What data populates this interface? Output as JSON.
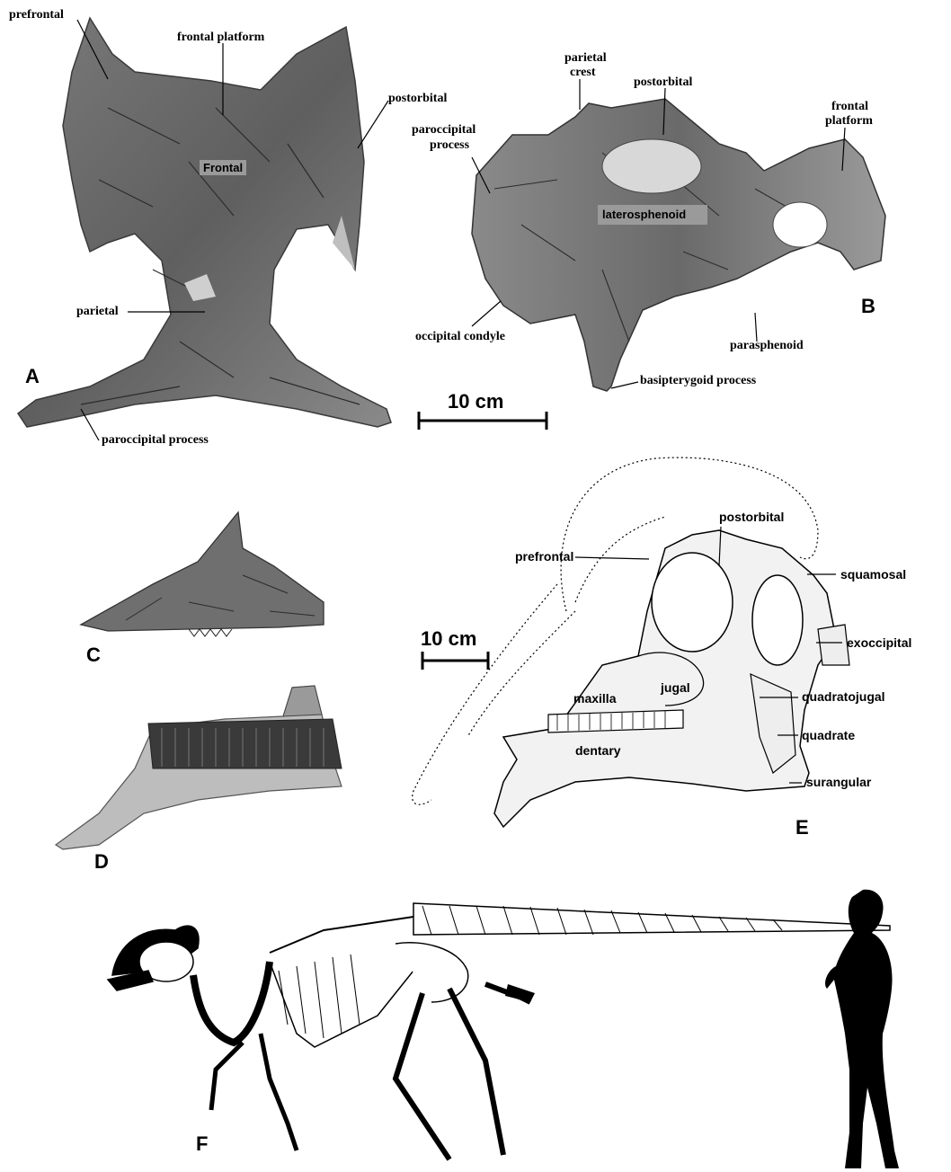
{
  "panels": {
    "A": {
      "letter": "A",
      "labels": {
        "prefrontal": "prefrontal",
        "frontal_platform": "frontal platform",
        "postorbital": "postorbital",
        "frontal": "Frontal",
        "parietal": "parietal",
        "paroccipital_process": "paroccipital process"
      }
    },
    "B": {
      "letter": "B",
      "labels": {
        "parietal_crest_1": "parietal",
        "parietal_crest_2": "crest",
        "postorbital": "postorbital",
        "frontal_platform_1": "frontal",
        "frontal_platform_2": "platform",
        "paroccipital_process_1": "paroccipital",
        "paroccipital_process_2": "process",
        "laterosphenoid": "laterosphenoid",
        "occipital_condyle": "occipital condyle",
        "parasphenoid": "parasphenoid",
        "basipterygoid_process": "basipterygoid process"
      },
      "scale_bar": "10 cm"
    },
    "C": {
      "letter": "C"
    },
    "D": {
      "letter": "D"
    },
    "E": {
      "letter": "E",
      "labels": {
        "postorbital": "postorbital",
        "prefrontal": "prefrontal",
        "squamosal": "squamosal",
        "exoccipital": "exoccipital",
        "jugal": "jugal",
        "maxilla": "maxilla",
        "quadratojugal": "quadratojugal",
        "quadrate": "quadrate",
        "dentary": "dentary",
        "surangular": "surangular"
      },
      "scale_bar": "10 cm"
    },
    "F": {
      "letter": "F"
    }
  },
  "colors": {
    "bone_photo_dark": "#5e5e5e",
    "bone_photo_mid": "#8c8c8c",
    "bone_photo_light": "#c8c8c8",
    "label_box": "#9a9a9a",
    "ink": "#000000",
    "paper": "#ffffff"
  }
}
